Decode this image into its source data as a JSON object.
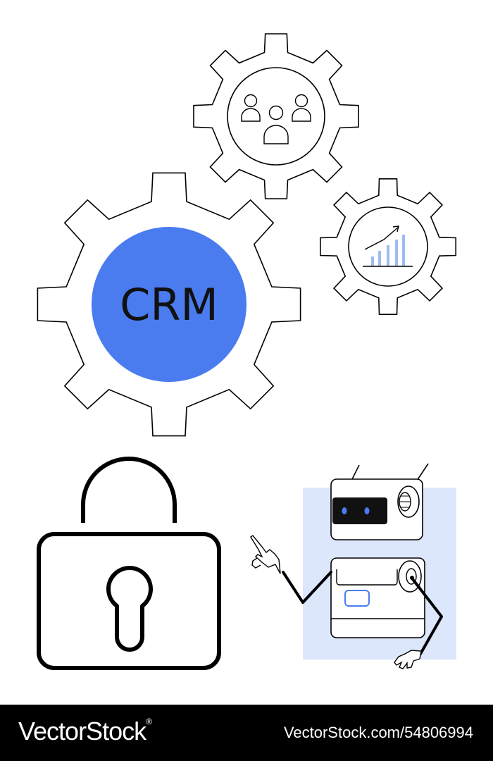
{
  "illustration": {
    "crm_label": "CRM",
    "accent_color": "#4a7cf0",
    "highlight_color": "#dde7fb",
    "chart_bar_color": "#9fbbf3",
    "line_color": "#000000",
    "icons": [
      "gear-icon",
      "users-icon",
      "growth-chart-icon",
      "padlock-icon",
      "robot-icon"
    ]
  },
  "watermark": {
    "brand": "VectorStock",
    "brand_mark": "®",
    "image_id": "VectorStock.com/54806994"
  }
}
